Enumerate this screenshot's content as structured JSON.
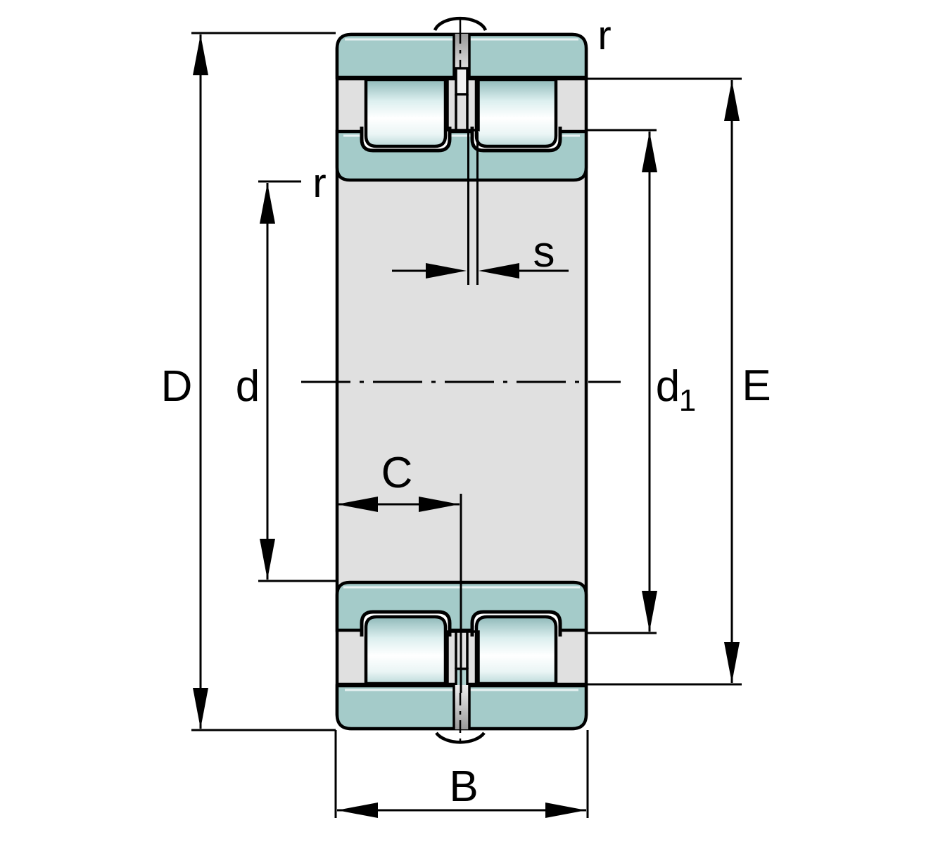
{
  "figure": {
    "kind": "bearing-cross-section-drawing",
    "labels": {
      "D": "D",
      "d": "d",
      "r_outer": "r",
      "r_inner": "r",
      "s": "s",
      "C": "C",
      "B": "B",
      "d1_base": "d",
      "d1_sub": "1",
      "E": "E"
    }
  },
  "colors": {
    "background": "#ffffff",
    "outline": "#000000",
    "ring_teal": "#a4cbc9",
    "body_gray": "#e0e0e0",
    "pocket_white": "#ffffff",
    "slot_teal": "#aed1cf",
    "slot_light": "#f2f2f2",
    "metal_dark": "#9a9a9a",
    "metal_light": "#f0f0f0",
    "roller_edge_teal": "#8fb9b9"
  }
}
